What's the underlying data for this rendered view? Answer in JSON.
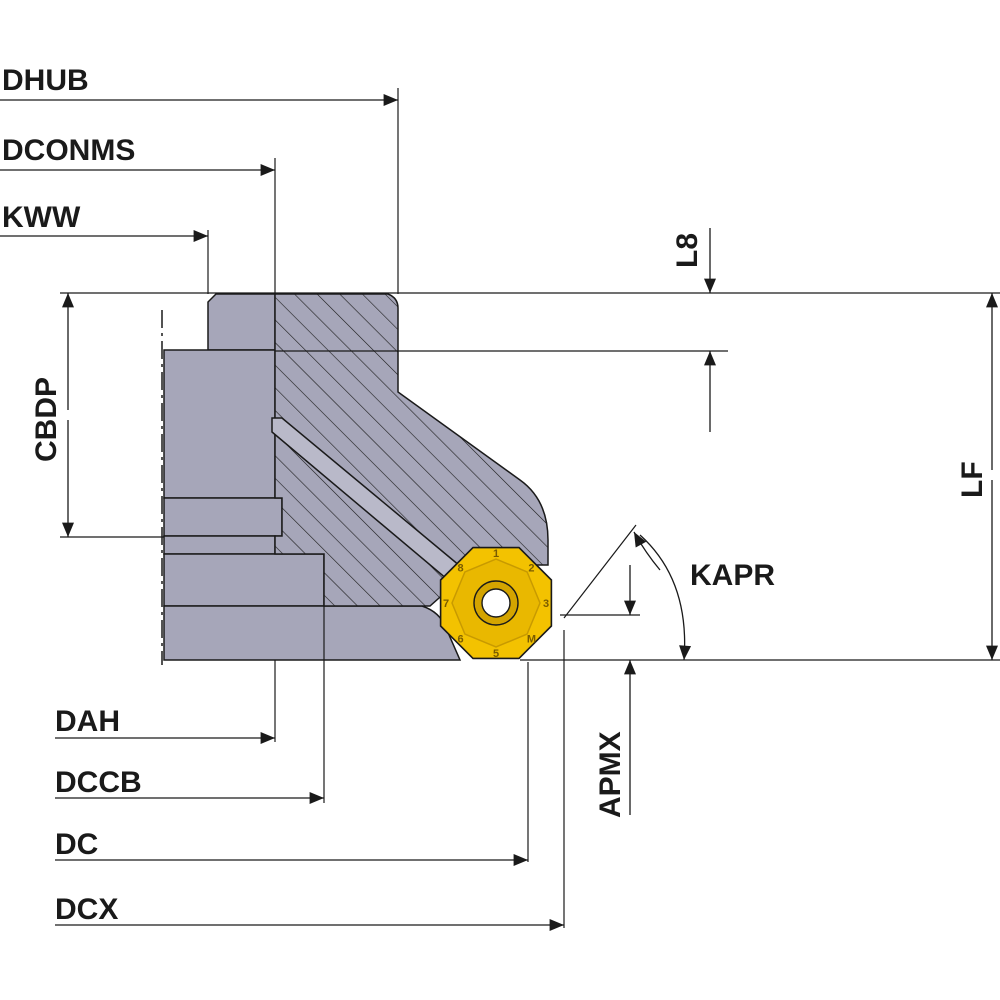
{
  "labels": {
    "dhub": "DHUB",
    "dconms": "DCONMS",
    "kww": "KWW",
    "cbdp": "CBDP",
    "l8": "L8",
    "lf": "LF",
    "kapr": "KAPR",
    "apmx": "APMX",
    "dah": "DAH",
    "dccb": "DCCB",
    "dc": "DC",
    "dcx": "DCX"
  },
  "insert_marks": [
    "1",
    "2",
    "3",
    "M",
    "5",
    "6",
    "7",
    "8"
  ],
  "colors": {
    "body": "#a6a6b9",
    "body_dark": "#8e8ea3",
    "insert": "#f3c200",
    "insert_edge": "#c89a00",
    "line": "#1a1a1a"
  }
}
